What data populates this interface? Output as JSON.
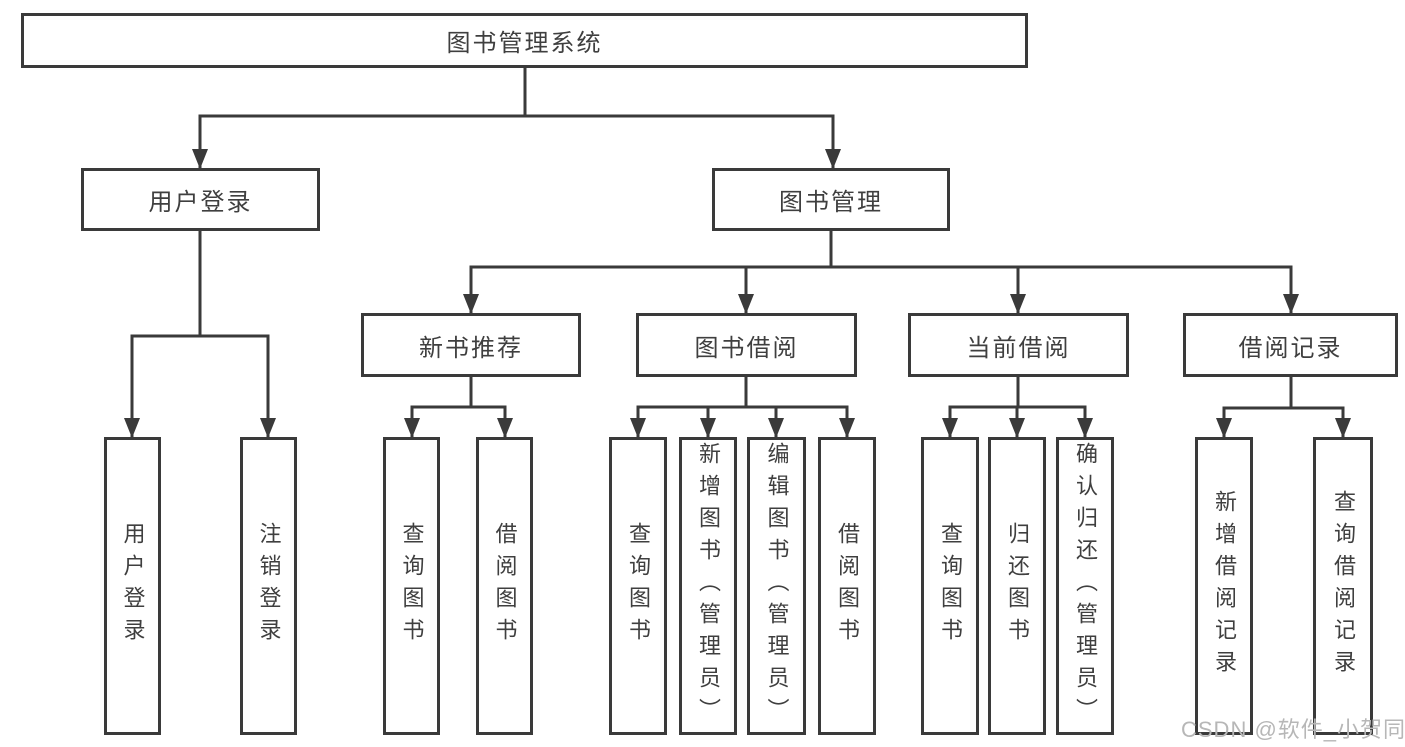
{
  "diagram": {
    "title": "图书管理系统",
    "level2": [
      {
        "label": "用户登录"
      },
      {
        "label": "图书管理"
      }
    ],
    "level3": [
      {
        "label": "新书推荐"
      },
      {
        "label": "图书借阅"
      },
      {
        "label": "当前借阅"
      },
      {
        "label": "借阅记录"
      }
    ],
    "leaves": [
      {
        "label": "用户登录"
      },
      {
        "label": "注销登录"
      },
      {
        "label": "查询图书"
      },
      {
        "label": "借阅图书"
      },
      {
        "label": "查询图书"
      },
      {
        "label": "新增图书（管理员）"
      },
      {
        "label": "编辑图书（管理员）"
      },
      {
        "label": "借阅图书"
      },
      {
        "label": "查询图书"
      },
      {
        "label": "归还图书"
      },
      {
        "label": "确认归还（管理员）"
      },
      {
        "label": "新增借阅记录"
      },
      {
        "label": "查询借阅记录"
      }
    ]
  },
  "watermark": {
    "text": "CSDN @软件_小贺同学"
  },
  "colors": {
    "line": "#3a3a3a",
    "text": "#3f3f3f",
    "box_background": "#ffffff",
    "page_background": "#ffffff",
    "watermark": "#b7b7b7"
  }
}
